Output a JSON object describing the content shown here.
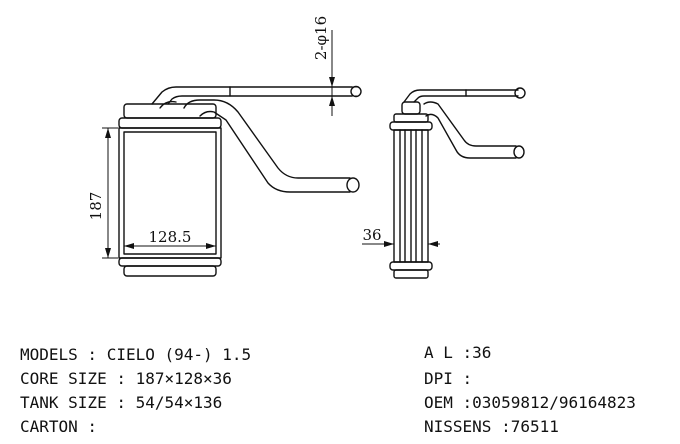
{
  "drawing": {
    "dim_height": "187",
    "dim_width": "128.5",
    "dim_pipe": "2-φ16",
    "dim_depth": "36"
  },
  "specs": {
    "left": [
      "MODELS : CIELO (94-) 1.5",
      "CORE SIZE : 187×128×36",
      "TANK SIZE : 54/54×136",
      "CARTON :"
    ],
    "right": [
      "A L :36",
      "DPI :",
      "OEM :03059812/96164823",
      "NISSENS :76511"
    ]
  }
}
